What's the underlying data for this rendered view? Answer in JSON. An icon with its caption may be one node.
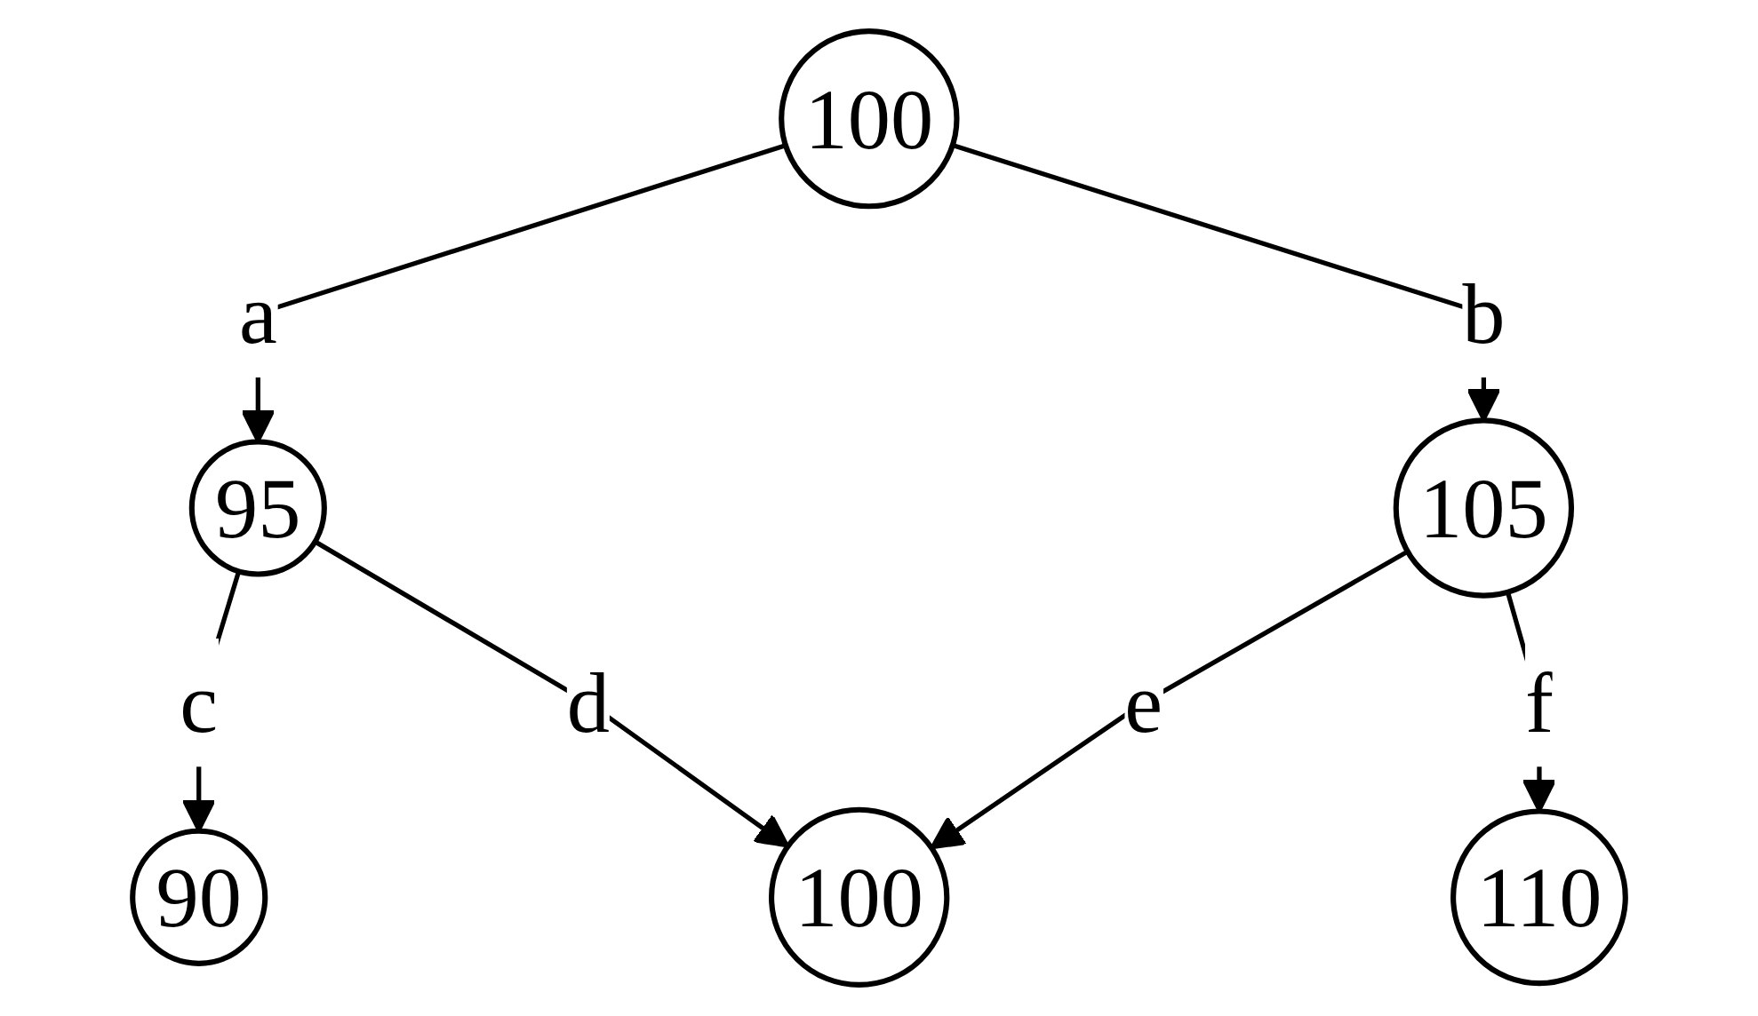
{
  "diagram": {
    "nodes": [
      {
        "text": [
          "100"
        ]
      },
      {
        "text": [
          "95"
        ]
      },
      {
        "text": [
          "105"
        ]
      },
      {
        "text": [
          "90"
        ]
      },
      {
        "text": [
          "100"
        ]
      },
      {
        "text": [
          "110"
        ]
      }
    ],
    "edges": [
      {
        "from": 0,
        "to": 1,
        "arrow": "to",
        "label": "a"
      },
      {
        "from": 0,
        "to": 2,
        "arrow": "to",
        "label": "b"
      },
      {
        "from": 1,
        "to": 3,
        "arrow": "to",
        "label": "c"
      },
      {
        "from": 1,
        "to": 4,
        "arrow": "to",
        "label": "d"
      },
      {
        "from": 2,
        "to": 4,
        "arrow": "to",
        "label": "e"
      },
      {
        "from": 2,
        "to": 5,
        "arrow": "to",
        "label": "f"
      }
    ]
  }
}
